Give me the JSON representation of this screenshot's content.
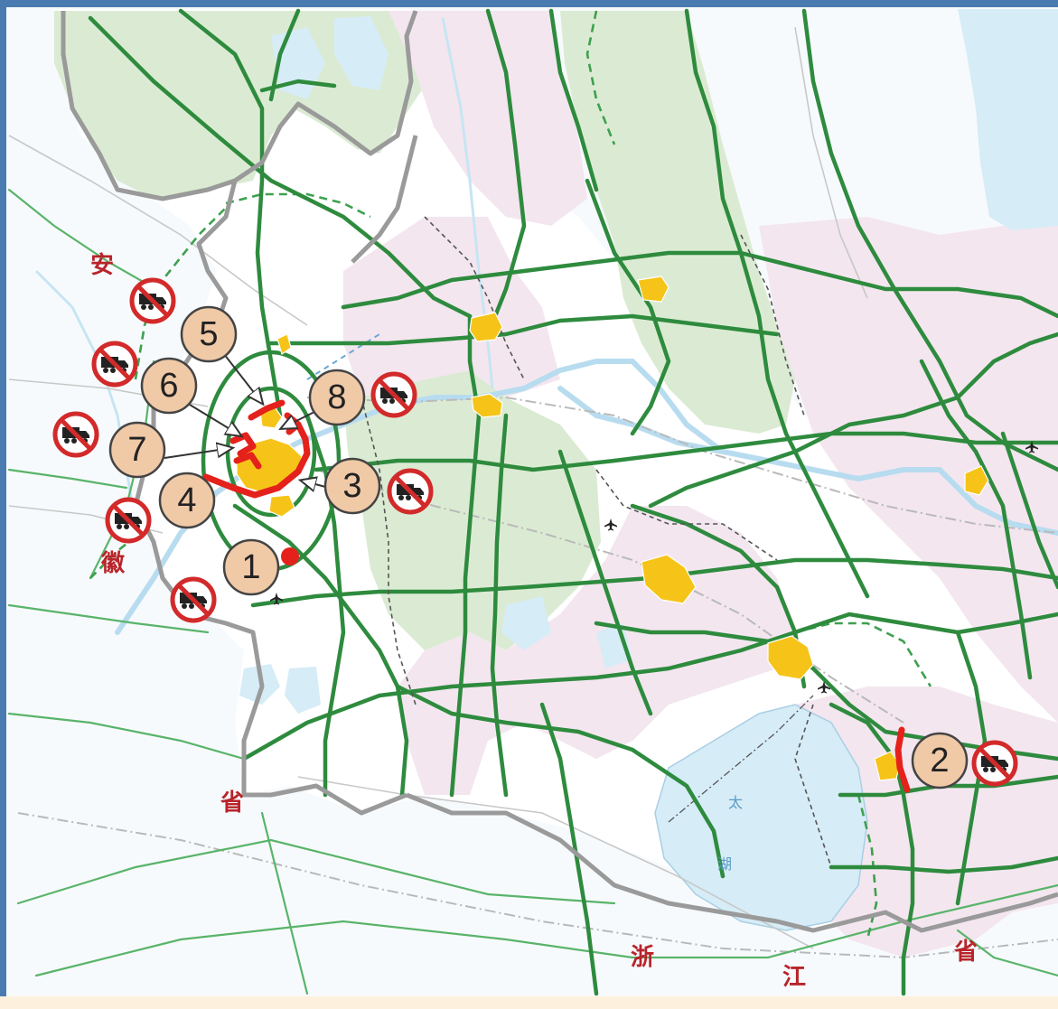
{
  "map": {
    "province_labels": [
      {
        "id": "an",
        "text": "安"
      },
      {
        "id": "hui",
        "text": "徽"
      },
      {
        "id": "sheng-w",
        "text": "省"
      },
      {
        "id": "zhe",
        "text": "浙"
      },
      {
        "id": "jiang",
        "text": "江"
      },
      {
        "id": "sheng-s",
        "text": "省"
      }
    ],
    "lake_labels": [
      {
        "id": "tai",
        "text": "太"
      },
      {
        "id": "hu",
        "text": "湖"
      }
    ],
    "badges": [
      "1",
      "2",
      "3",
      "4",
      "5",
      "6",
      "7",
      "8"
    ],
    "colors": {
      "highway": "#2e8b3e",
      "restricted_section": "#e5211c",
      "badge_fill": "#f0c9a7",
      "green_region": "#d8ead0",
      "pink_region": "#f3e6ef",
      "water": "#d6ecf7",
      "urban": "#f6c418"
    },
    "icons": [
      "no-truck-icon",
      "airport-icon"
    ]
  }
}
